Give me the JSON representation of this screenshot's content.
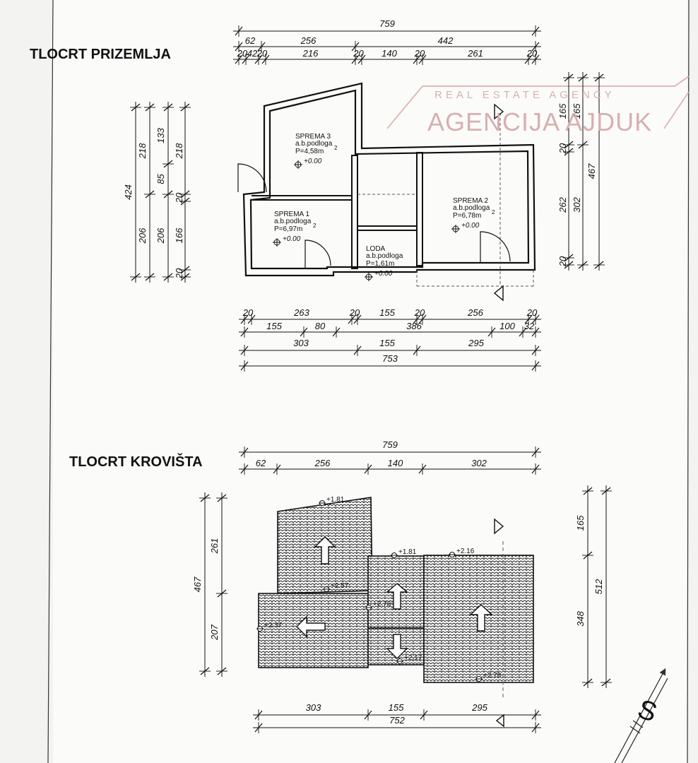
{
  "titles": {
    "ground_floor": "TLOCRT PRIZEMLJA",
    "roof": "TLOCRT KROVIŠTA"
  },
  "watermark": {
    "tagline": "REAL ESTATE AGENCY",
    "name": "AGENCIJA AJDUK"
  },
  "ground_floor": {
    "rooms": [
      {
        "name": "SPREMA 3",
        "floor": "a.b.podloga",
        "area": "P=4,58m",
        "sup": "2",
        "level": "+0.00"
      },
      {
        "name": "SPREMA 1",
        "floor": "a.b.podloga",
        "area": "P=6,97m",
        "sup": "2",
        "level": "+0.00"
      },
      {
        "name": "LODA",
        "floor": "a.b.podloga",
        "area": "P=1,61m",
        "sup": "",
        "level": "+0.00"
      },
      {
        "name": "SPREMA 2",
        "floor": "a.b.podloga",
        "area": "P=6,78m",
        "sup": "2",
        "level": "+0.00"
      }
    ],
    "dims_top": {
      "row1": [
        "759"
      ],
      "row2": [
        "62",
        "256",
        "442"
      ],
      "row3": [
        "20",
        "42",
        "20",
        "216",
        "20",
        "140",
        "20",
        "261",
        "20"
      ]
    },
    "dims_left": {
      "col1": [
        "424"
      ],
      "col2": [
        "218",
        "206"
      ],
      "col3": [
        "133",
        "85",
        "206"
      ],
      "col4": [
        "218",
        "20",
        "166",
        "20"
      ]
    },
    "dims_right": {
      "col1": [
        "165",
        "20",
        "262",
        "20"
      ],
      "col2": [
        "165",
        "302"
      ],
      "col3": [
        "467"
      ]
    },
    "dims_bottom": {
      "row1": [
        "20",
        "263",
        "20",
        "155",
        "20",
        "256",
        "20"
      ],
      "row2": [
        "155",
        "80",
        "386",
        "100",
        "32"
      ],
      "row3": [
        "303",
        "155",
        "295"
      ],
      "row4": [
        "753"
      ]
    }
  },
  "roof": {
    "levels": [
      "+1.81",
      "+1.81",
      "+2.16",
      "+2.57",
      "+2.78",
      "+2.37",
      "+2.17",
      "+2.78"
    ],
    "dims_top": {
      "row1": [
        "759"
      ],
      "row2": [
        "62",
        "256",
        "140",
        "302"
      ]
    },
    "dims_left": {
      "col1": [
        "467"
      ],
      "col2": [
        "261",
        "207"
      ]
    },
    "dims_right": {
      "col1": [
        "165",
        "348"
      ],
      "col2": [
        "512"
      ]
    },
    "dims_bottom": {
      "row1": [
        "303",
        "155",
        "295"
      ],
      "row2": [
        "752"
      ]
    }
  },
  "north_symbol": "S"
}
